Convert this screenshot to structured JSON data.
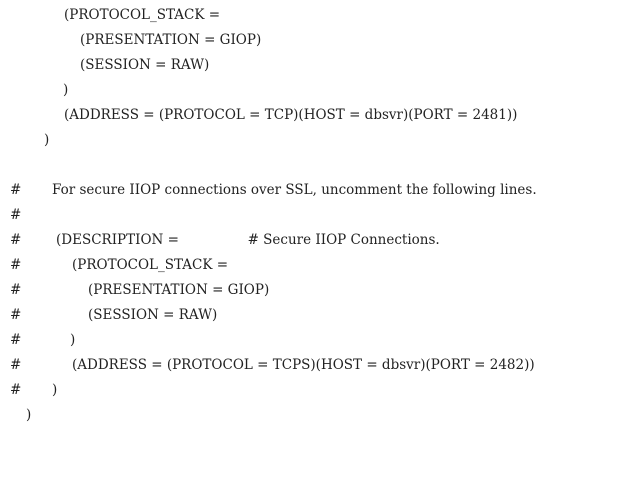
{
  "document": {
    "lines": [
      {
        "comment": "",
        "text": "(PROTOCOL_STACK ="
      },
      {
        "comment": "",
        "text": "(PRESENTATION = GIOP)"
      },
      {
        "comment": "",
        "text": "(SESSION = RAW)"
      },
      {
        "comment": "",
        "text": ")"
      },
      {
        "comment": "",
        "text": "(ADDRESS = (PROTOCOL = TCP)(HOST = dbsvr)(PORT = 2481))"
      },
      {
        "comment": "",
        "text": ")"
      },
      {
        "comment": "#",
        "text": "For secure IIOP connections over SSL, uncomment the following lines."
      },
      {
        "comment": "#",
        "text": ""
      },
      {
        "comment": "#",
        "text": "(DESCRIPTION =                # Secure IIOP Connections."
      },
      {
        "comment": "#",
        "text": "(PROTOCOL_STACK ="
      },
      {
        "comment": "#",
        "text": "(PRESENTATION = GIOP)"
      },
      {
        "comment": "#",
        "text": "(SESSION = RAW)"
      },
      {
        "comment": "#",
        "text": ")"
      },
      {
        "comment": "#",
        "text": "(ADDRESS = (PROTOCOL = TCPS)(HOST = dbsvr)(PORT = 2482))"
      },
      {
        "comment": "#",
        "text": ")"
      },
      {
        "comment": "",
        "text": ")"
      }
    ]
  }
}
